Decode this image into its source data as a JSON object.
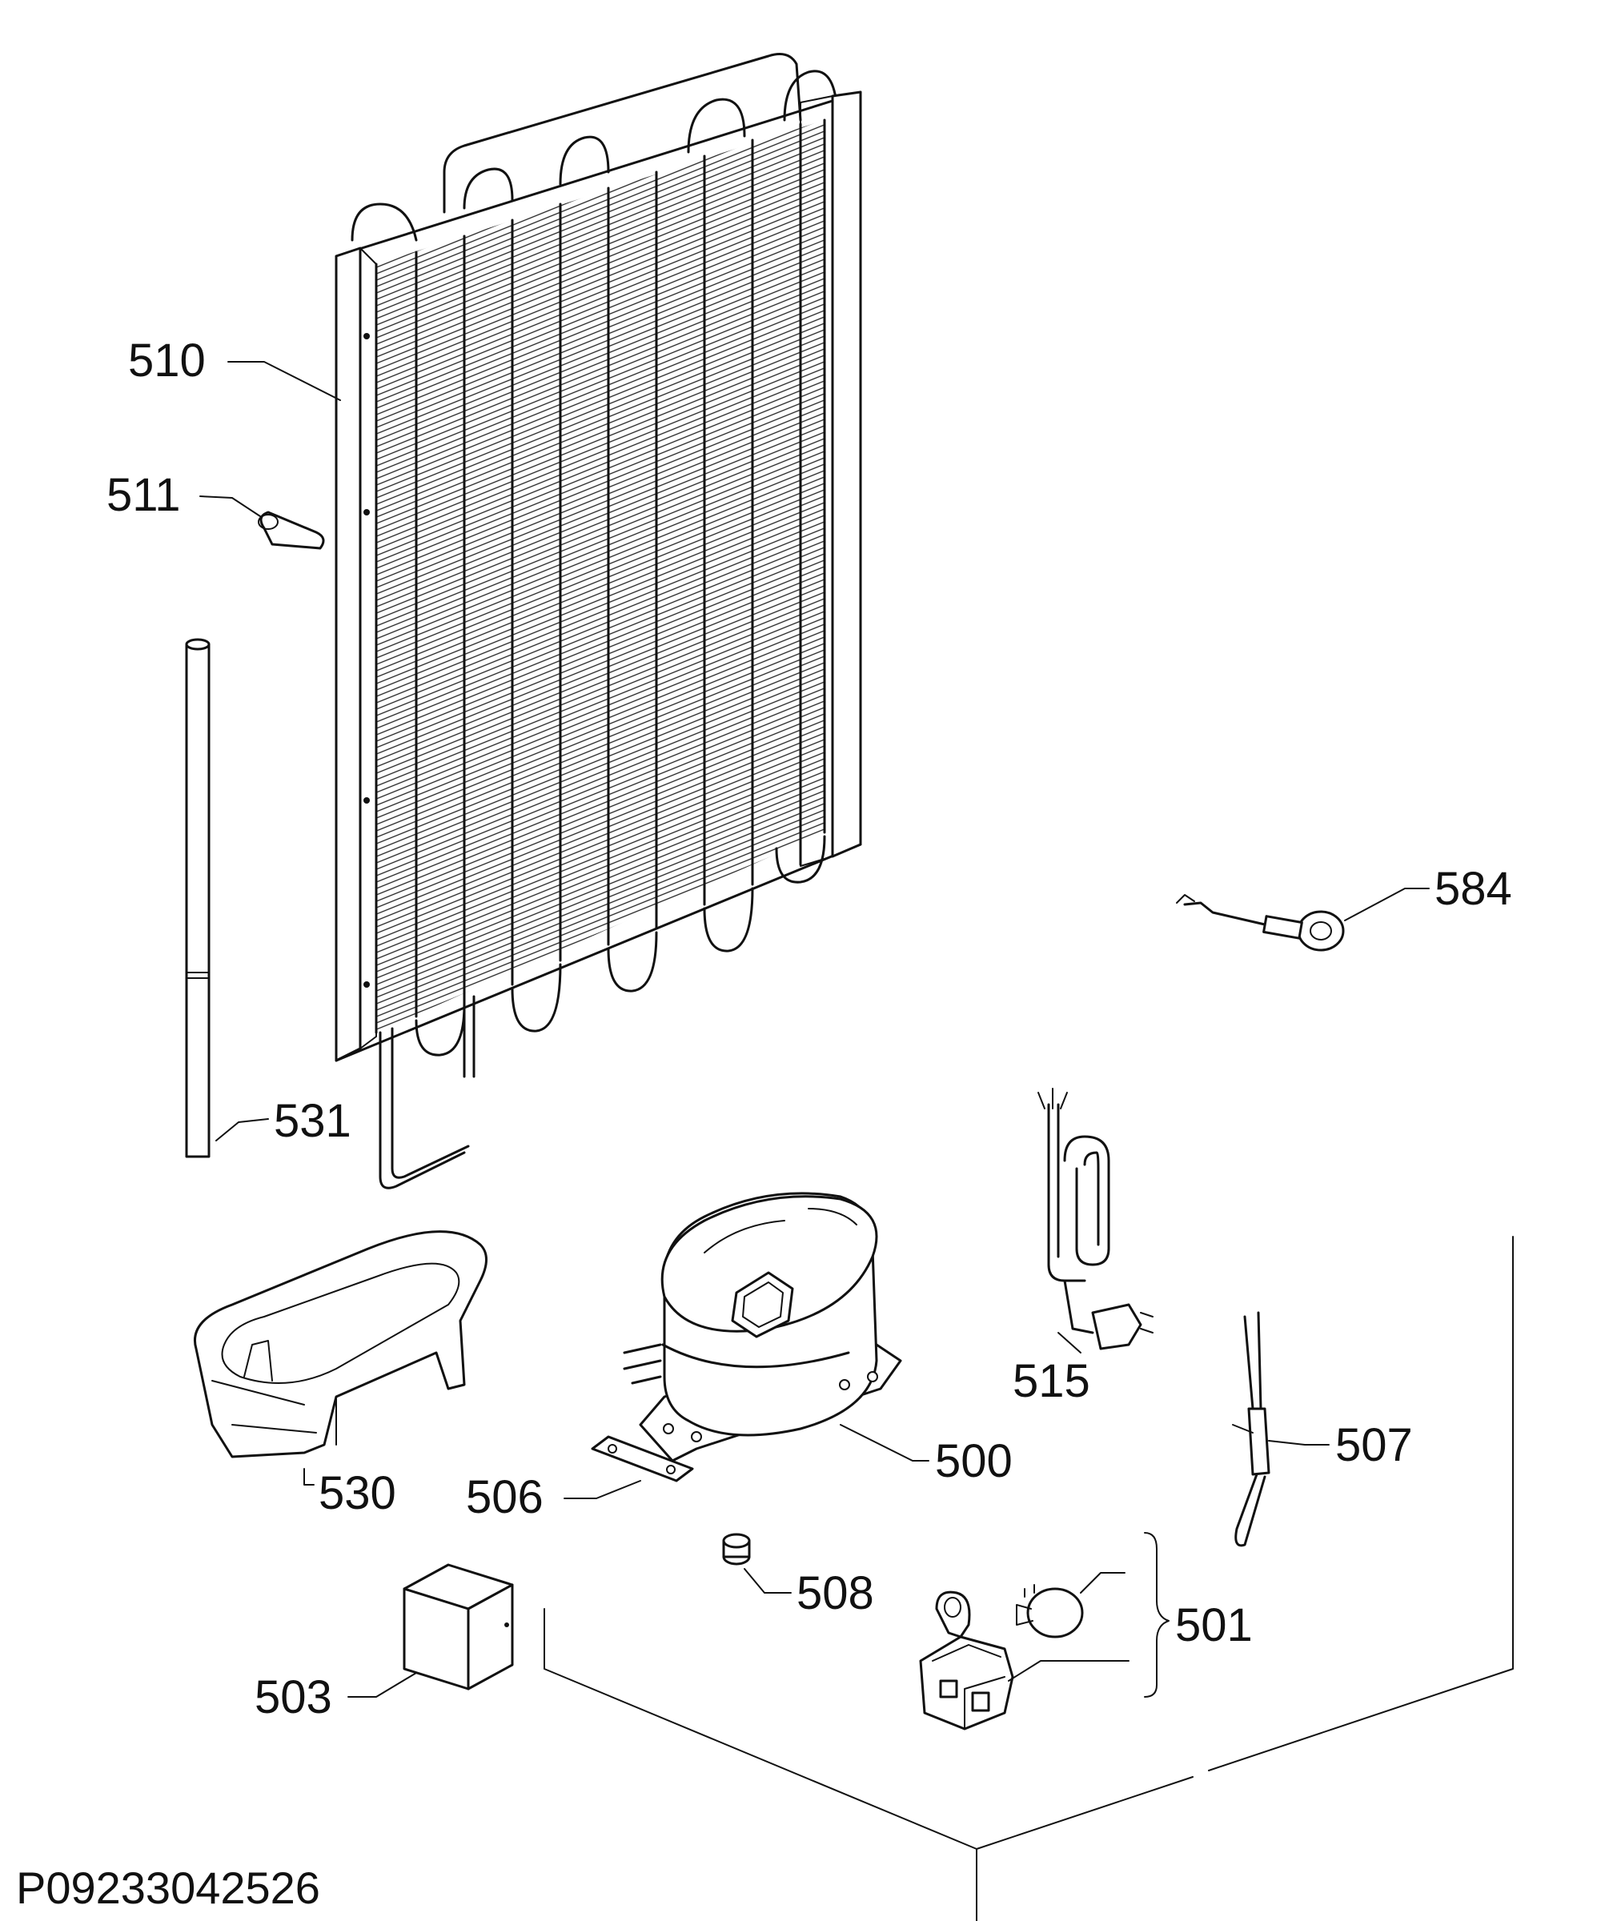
{
  "callouts": [
    {
      "id": "510",
      "label": "510"
    },
    {
      "id": "511",
      "label": "511"
    },
    {
      "id": "531",
      "label": "531"
    },
    {
      "id": "584",
      "label": "584"
    },
    {
      "id": "515",
      "label": "515"
    },
    {
      "id": "500",
      "label": "500"
    },
    {
      "id": "507",
      "label": "507"
    },
    {
      "id": "530",
      "label": "530"
    },
    {
      "id": "506",
      "label": "506"
    },
    {
      "id": "508",
      "label": "508"
    },
    {
      "id": "501",
      "label": "501"
    },
    {
      "id": "503",
      "label": "503"
    }
  ],
  "drawing_code": "P09233042526"
}
